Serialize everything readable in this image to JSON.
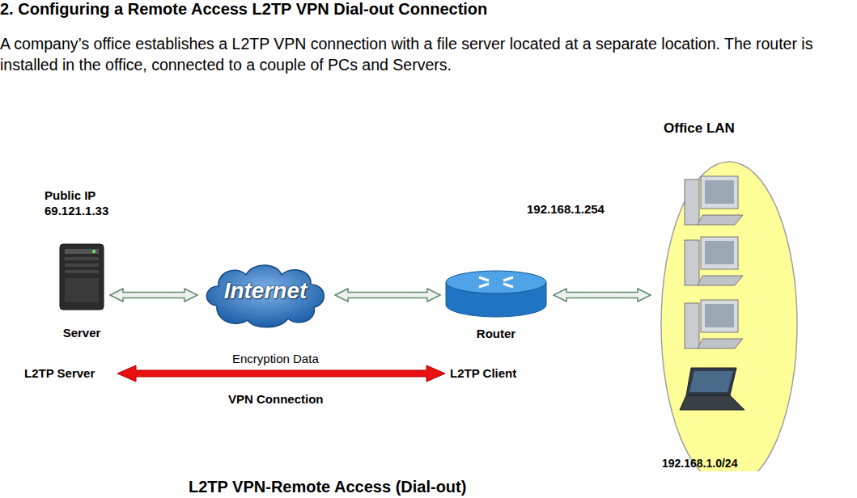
{
  "diagram": {
    "title": "2. Configuring a Remote Access L2TP VPN Dial-out Connection",
    "caption": "L2TP VPN-Remote Access (Dial-out)",
    "nodes": [
      {
        "text": [
          "Public IP 69.121.1.33",
          "Server"
        ]
      },
      {
        "text": [
          "Internet"
        ]
      },
      {
        "text": [
          "192.168.1.254",
          "Router"
        ]
      },
      {
        "text": [
          "Office LAN",
          "192.168.1.0/24"
        ]
      }
    ],
    "edges": [
      {
        "from": 0,
        "to": 1,
        "arrow": "both"
      },
      {
        "from": 1,
        "to": 2,
        "arrow": "both"
      },
      {
        "from": 2,
        "to": 3,
        "arrow": "both"
      }
    ],
    "labels": [
      "A company’s office establishes a L2TP VPN connection with a file server located at a separate location. The router is installed in the office, connected to a couple of PCs and Servers.",
      "L2TP Server",
      "Encryption Data",
      "L2TP Client",
      "VPN Connection"
    ]
  }
}
